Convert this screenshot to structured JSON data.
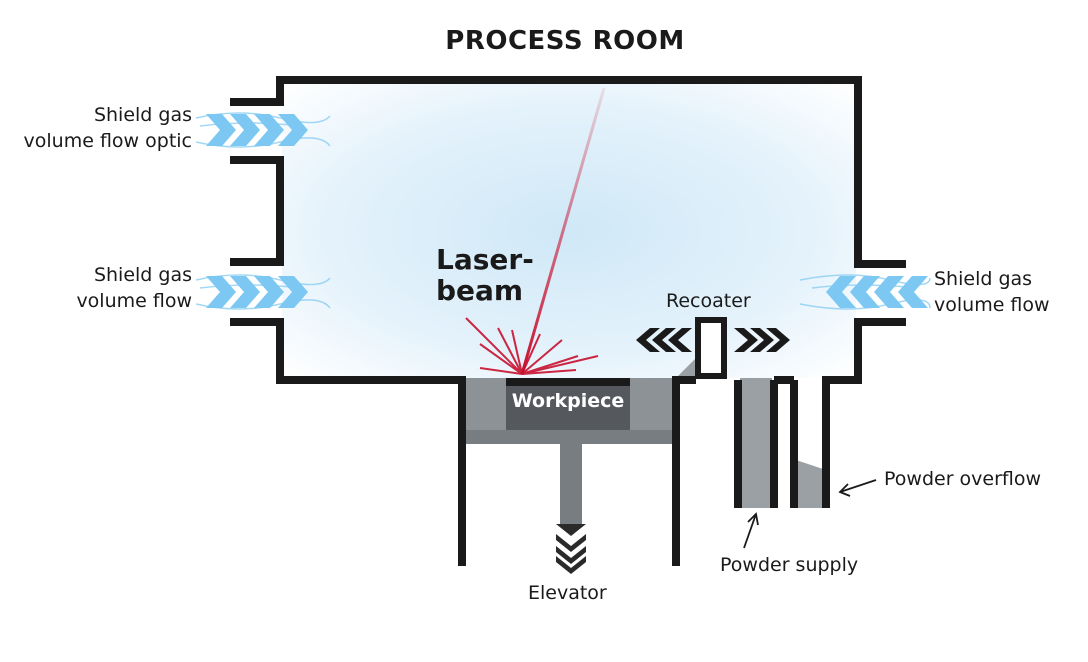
{
  "title": "PROCESS ROOM",
  "labels": {
    "shield_gas_optic": [
      "Shield gas",
      "volume flow optic"
    ],
    "shield_gas_left": [
      "Shield gas",
      "volume flow"
    ],
    "shield_gas_right": [
      "Shield gas",
      "volume flow"
    ],
    "laser_beam": [
      "Laser-",
      "beam"
    ],
    "recoater": "Recoater",
    "workpiece": "Workpiece",
    "elevator": "Elevator",
    "powder_supply": "Powder supply",
    "powder_overflow": "Powder overflow"
  },
  "colors": {
    "wall": "#1a1a1a",
    "chamber_glow": "#cfe8f7",
    "gas_flow": "#7cc8f2",
    "laser": "#c8102e",
    "machine_gray": "#8c9296",
    "dark_gray": "#555b5f"
  }
}
